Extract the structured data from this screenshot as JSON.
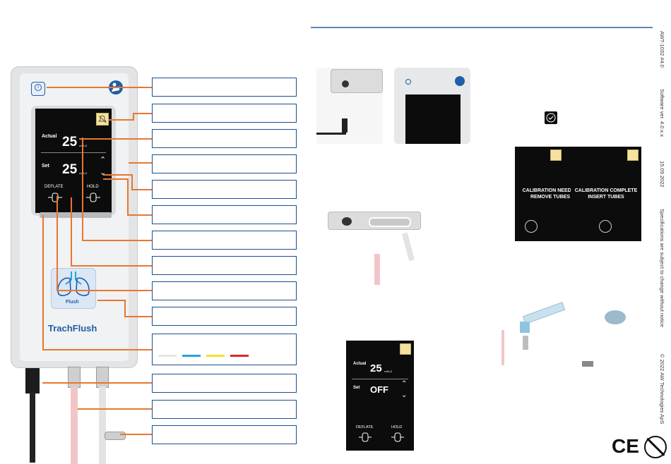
{
  "device": {
    "screen": {
      "actual_label": "Actual",
      "actual_value": "25",
      "actual_unit": "cmH₂O",
      "set_label": "Set",
      "set_value": "25",
      "set_unit": "cmH₂O",
      "deflate_label": "DEFLATE",
      "hold_label": "HOLD"
    },
    "flush_label": "Flush",
    "brand": "TrachFlush"
  },
  "mini_screen": {
    "actual_label": "Actual",
    "actual_value": "25",
    "actual_unit": "cmH₂O",
    "set_label": "Set",
    "set_value": "OFF",
    "deflate_label": "DEFLATE",
    "hold_label": "HOLD"
  },
  "calibration": {
    "needed_line1": "CALIBRATION NEEDED",
    "needed_line2": "REMOVE TUBES",
    "complete_line1": "CALIBRATION COMPLETE",
    "complete_line2": "INSERT TUBES"
  },
  "side_text": {
    "doc_id": "AWT-1032 #4.0",
    "software": "Software ver. 4.0.x.x",
    "date": "15.09.2022",
    "spec_note": "Specifications are subject to change without notice",
    "copyright": "© 2022 AW Technologies ApS"
  },
  "marks": {
    "ce": "CE"
  },
  "colors": {
    "accent_orange": "#e8772e",
    "callout_border": "#1b4f8a",
    "brand_blue": "#1e5fa8",
    "tube_colors": [
      "#e6e6e6",
      "#2aa3da",
      "#f2e32a",
      "#d62a2a"
    ]
  }
}
